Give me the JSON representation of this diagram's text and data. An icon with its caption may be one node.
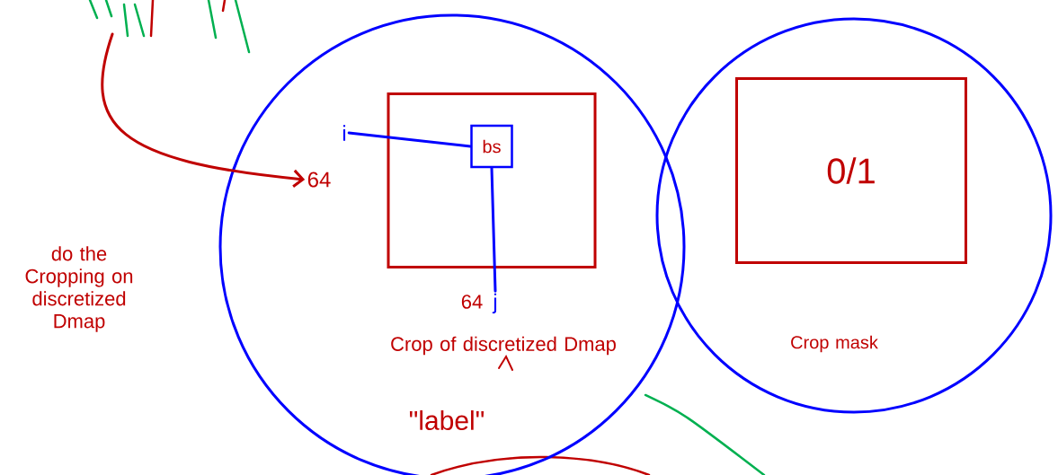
{
  "diagram": {
    "nodes": [
      {
        "text": [
          "Crop of discretized Dmap",
          "\"label\""
        ]
      },
      {
        "text": [
          "64"
        ],
        "in": 0
      },
      {
        "text": [
          "i"
        ],
        "in": 0
      },
      {
        "text": [],
        "shape": "box",
        "in": 0
      },
      {
        "text": [
          "bs"
        ],
        "in": 3
      },
      {
        "text": [
          "j"
        ],
        "in": 0
      },
      {
        "text": [
          "Crop mask"
        ]
      },
      {
        "text": [
          "0/1"
        ],
        "in": 6
      }
    ],
    "edges": [
      {
        "from": null,
        "to": 1,
        "arrow": "to",
        "color": "#c00000"
      },
      {
        "from": 2,
        "to": 4,
        "arrow": "none",
        "color": "#0000ff"
      },
      {
        "from": 4,
        "to": 5,
        "arrow": "none",
        "color": "#0000ff"
      }
    ],
    "labels": [
      "do the Cropping on discretized Dmap",
      "64"
    ]
  }
}
